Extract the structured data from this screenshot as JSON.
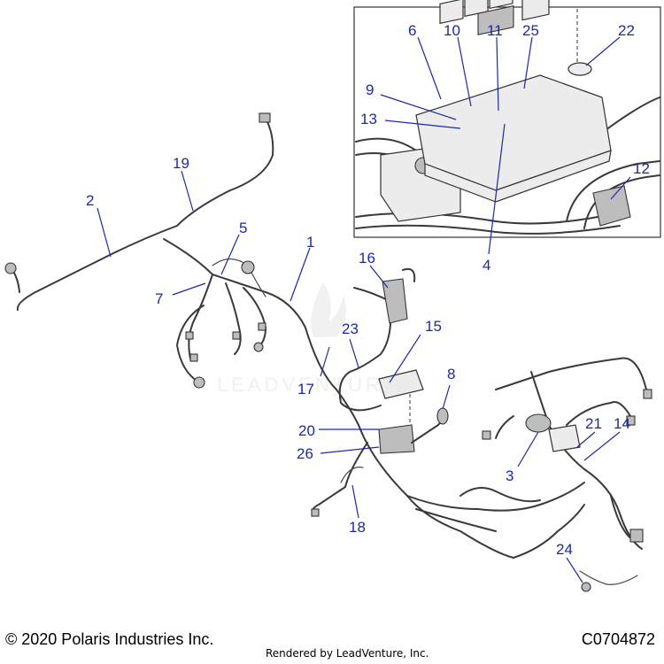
{
  "callouts": {
    "c1": "1",
    "c2": "2",
    "c3": "3",
    "c4": "4",
    "c5": "5",
    "c6": "6",
    "c7": "7",
    "c8": "8",
    "c9": "9",
    "c10": "10",
    "c11": "11",
    "c12": "12",
    "c13": "13",
    "c14": "14",
    "c15": "15",
    "c16": "16",
    "c17": "17",
    "c18": "18",
    "c19": "19",
    "c20": "20",
    "c21": "21",
    "c22": "22",
    "c23": "23",
    "c24": "24",
    "c25": "25",
    "c26": "26"
  },
  "footer": {
    "copyright": "© 2020 Polaris Industries Inc.",
    "rendered_by": "Rendered by LeadVenture, Inc.",
    "diagram_code": "C0704872"
  },
  "colors": {
    "callout": "#1a2aa8",
    "line_art": "#333333",
    "watermark": "#e3e3e3"
  }
}
